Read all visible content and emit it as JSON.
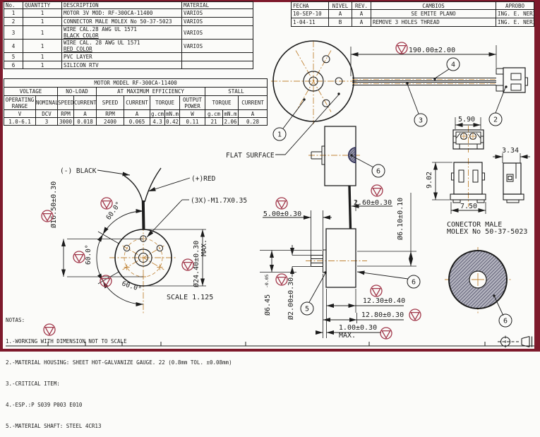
{
  "parts_table": {
    "headers": {
      "no": "No.",
      "qty": "QUANTITY",
      "desc": "DESCRIPTION",
      "material": "MATERIAL"
    },
    "rows": [
      {
        "no": "1",
        "qty": "1",
        "desc": "MOTOR 3V MOD: RF-300CA-11400",
        "desc2": "",
        "material": "VARIOS"
      },
      {
        "no": "2",
        "qty": "1",
        "desc": "CONNECTOR MALE MOLEX No 50-37-5023",
        "desc2": "",
        "material": "VARIOS"
      },
      {
        "no": "3",
        "qty": "1",
        "desc": "WIRE CAL.28 AWG UL 1571",
        "desc2": "BLACK COLOR",
        "material": "VARIOS"
      },
      {
        "no": "4",
        "qty": "1",
        "desc": "WIRE CAL. 28 AWG UL 1571",
        "desc2": "RED COLOR",
        "material": "VARIOS"
      },
      {
        "no": "5",
        "qty": "1",
        "desc": "PVC LAYER",
        "desc2": "",
        "material": ""
      },
      {
        "no": "6",
        "qty": "1",
        "desc": "SILICON RTV",
        "desc2": "",
        "material": ""
      }
    ]
  },
  "revision_table": {
    "headers": {
      "fecha": "FECHA",
      "nivel": "NIVEL",
      "rev": "REV.",
      "cambios": "CAMBIOS",
      "aprobo": "APROBO"
    },
    "rows": [
      {
        "fecha": "10-SEP-10",
        "nivel": "A",
        "rev": "A",
        "cambios": "SE EMITE PLANO",
        "aprobo": "ING. E. NERI"
      },
      {
        "fecha": "1-04-11",
        "nivel": "B",
        "rev": "A",
        "cambios": "REMOVE 3 HOLES THREAD",
        "aprobo": "ING. E. NERI"
      }
    ]
  },
  "spec_table": {
    "title": "MOTOR MODEL RF-300CA-11400",
    "groups": {
      "voltage": "VOLTAGE",
      "no_load": "NO-LOAD",
      "max_eff": "AT MAXIMUM EFFICIENCY",
      "stall": "STALL"
    },
    "subs": {
      "operating": "OPERATING RANGE",
      "nominal": "NOMINAL",
      "speed": "SPEED",
      "current": "CURRENT",
      "torque": "TORQUE",
      "output": "OUTPUT POWER"
    },
    "units": [
      "V",
      "DCV",
      "RPM",
      "A",
      "RPM",
      "A",
      "g.cm",
      "mN.m",
      "W",
      "g.cm",
      "mN.m",
      "A"
    ],
    "values": [
      "1.0-6.1",
      "3",
      "3000",
      "0.018",
      "2400",
      "0.065",
      "4.3",
      "0.42",
      "0.11",
      "21",
      "2.06",
      "0.28"
    ]
  },
  "balloons": {
    "b1": "1",
    "b2": "2",
    "b3": "3",
    "b4": "4",
    "b5": "5",
    "b6": "6"
  },
  "dims": {
    "wire_length": "190.00±2.00",
    "pin_pitch": "5.90",
    "connector_depth": "3.34",
    "connector_height": "9.02",
    "connector_width": "7.50",
    "wire_offset": "2.60±0.30",
    "boss_dia": "Ø6.10±0.10",
    "shaft_len": "5.00±0.30",
    "flange_dia": "Ø6.45",
    "flange_tol": "-0.05",
    "shaft_dia": "Ø2.00±0.30",
    "body_len": "12.30±0.40",
    "body_len_total": "12.80±0.30",
    "flange_thk": "1.00±0.30",
    "max_label": "MAX.",
    "bolt_circle": "Ø16.50±0.30",
    "outer_dia": "Ø24.40±0.30",
    "outer_max": "MAX.",
    "angle": "60.0°"
  },
  "labels": {
    "flat_surface": "FLAT SURFACE",
    "black_wire": "(-) BLACK",
    "red_wire": "(+)RED",
    "screw_spec": "(3X)-M1.7X0.35",
    "scale": "SCALE  1.125",
    "connector_line1": "CONECTOR MALE",
    "connector_line2": "MOLEX No 50-37-5023"
  },
  "notes": {
    "title": "NOTAS:",
    "n1": "1.-WORKING WITH DIMENSION NOT TO SCALE",
    "n2": "2.-MATERIAL HOUSING: SHEET HOT-GALVANIZE GAUGE. 22 (0.8mm TOL. ±0.08mm)",
    "n3": "3.-CRITICAL ITEM:",
    "n4": "4.-ESP.:P S039 P003 E010",
    "n5": "5.-MATERIAL SHAFT: STEEL 4CR13"
  }
}
